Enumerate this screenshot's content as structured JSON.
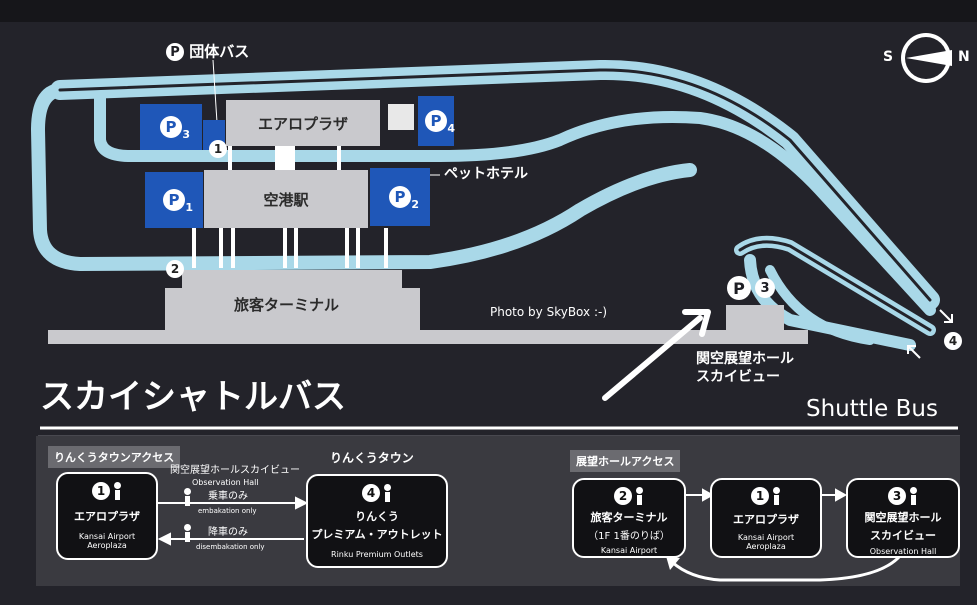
{
  "map": {
    "group_bus": "団体バス",
    "aeroplaza": "エアロプラザ",
    "station": "空港駅",
    "terminal": "旅客ターミナル",
    "pet_hotel": "ペットホテル",
    "observation_hall": "関空展望ホール\nスカイビュー",
    "parking": {
      "letter": "P",
      "p1": "1",
      "p2": "2",
      "p3": "3",
      "p4": "4"
    },
    "stops": {
      "s1": "1",
      "s2": "2",
      "s3": "3",
      "s4": "4"
    },
    "compass": {
      "south": "S",
      "north": "N"
    },
    "photo_credit": "Photo  by SkyBox :-)"
  },
  "title": {
    "jp": "スカイシャトルバス",
    "en": "Shuttle Bus"
  },
  "rinku_access": {
    "tag": "りんくうタウンアクセス",
    "from": {
      "num": "1",
      "name": "エアロプラザ",
      "en1": "Kansai Airport",
      "en2": "Aeroplaza"
    },
    "via_name": "関空展望ホールスカイビュー",
    "via_en": "Observation Hall",
    "boarding": "乗車のみ",
    "boarding_en": "embakation only",
    "alighting": "降車のみ",
    "alighting_en": "disembakation only",
    "dest_area": "りんくうタウン",
    "to": {
      "num": "4",
      "name1": "りんくう",
      "name2": "プレミアム・アウトレット",
      "en": "Rinku Premium Outlets"
    }
  },
  "hall_access": {
    "tag": "展望ホールアクセス",
    "a": {
      "num": "2",
      "name1": "旅客ターミナル",
      "name2": "（1F 1番のりば）",
      "en": "Kansai Airport"
    },
    "b": {
      "num": "1",
      "name": "エアロプラザ",
      "en1": "Kansai Airport",
      "en2": "Aeroplaza"
    },
    "c": {
      "num": "3",
      "name1": "関空展望ホール",
      "name2": "スカイビュー",
      "en": "Observation Hall"
    }
  },
  "colors": {
    "road": "#a9d8e8",
    "parking": "#1f57b8",
    "building": "#c9c9cd",
    "board": "#23232a"
  }
}
